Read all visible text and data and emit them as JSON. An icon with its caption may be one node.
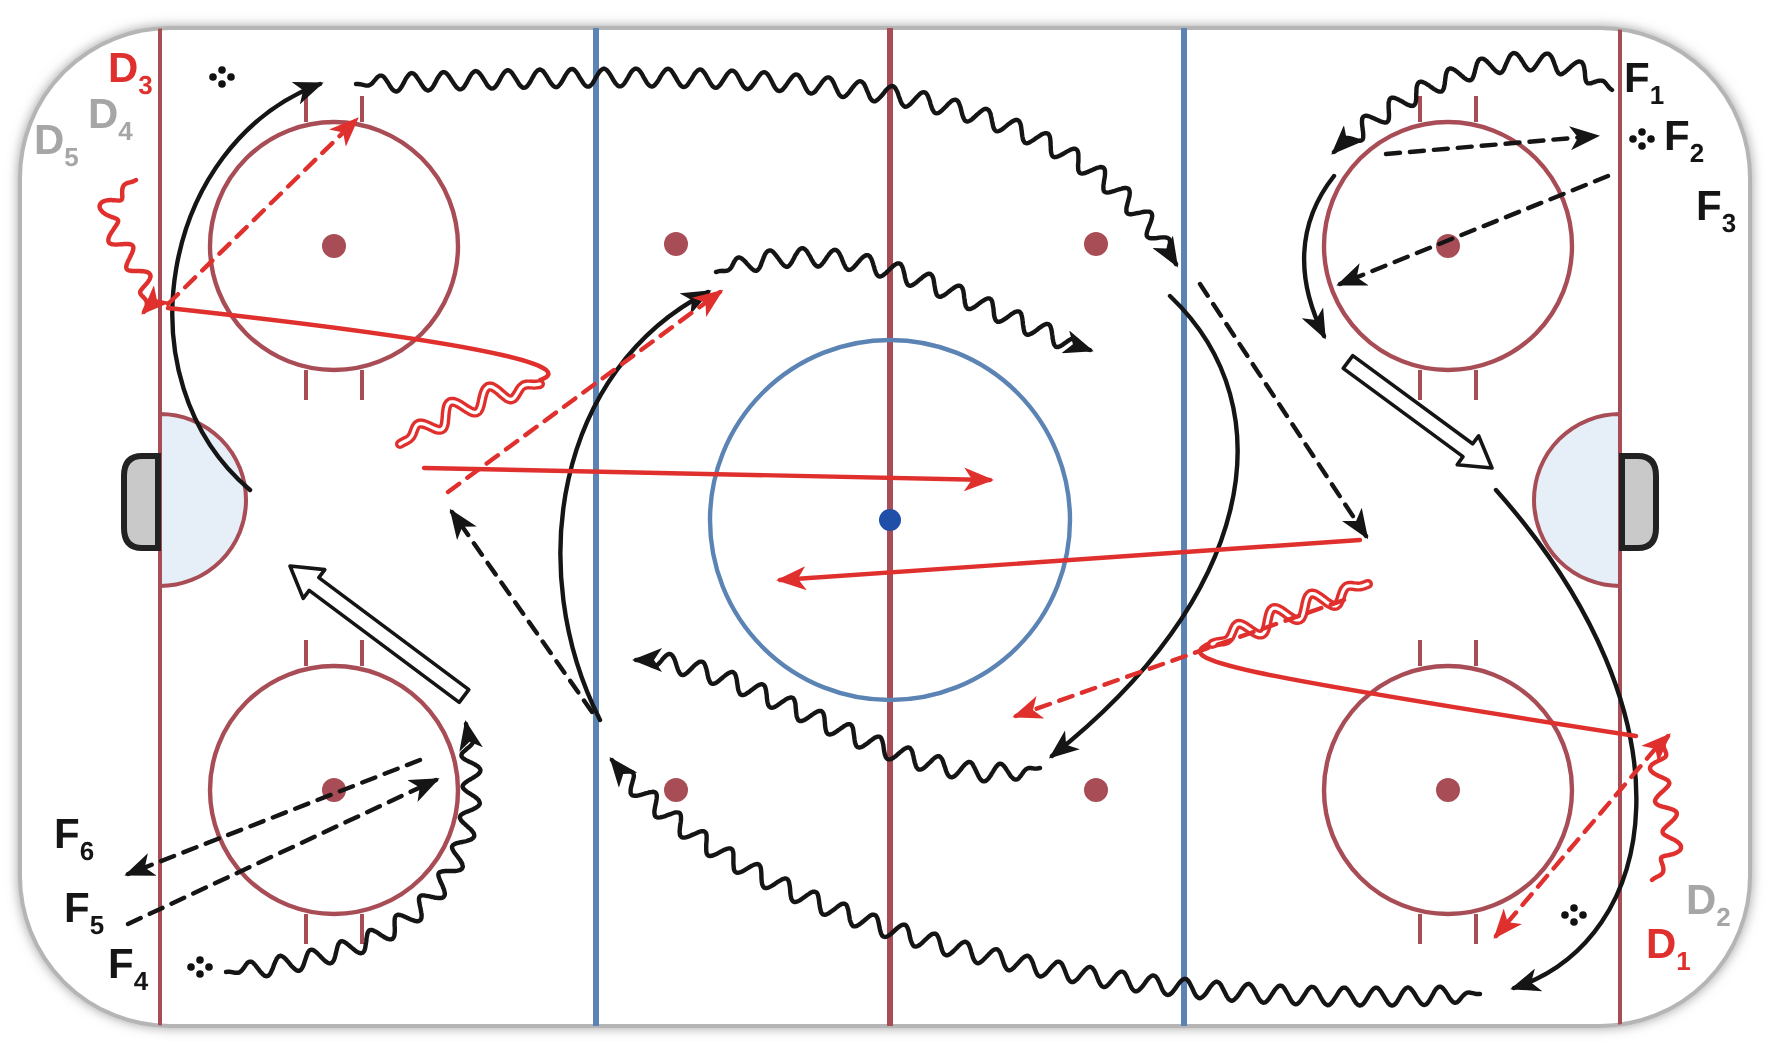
{
  "diagram": {
    "labels": [
      "D$_{3}$",
      "D$_{5}$",
      "D$_{4}$",
      "F$_{1}$",
      "F$_{2}$",
      "F$_{3}$",
      "F$_{6}$",
      "F$_{5}$",
      "F$_{4}$",
      "D$_{2}$",
      "D$_{1}$"
    ]
  }
}
